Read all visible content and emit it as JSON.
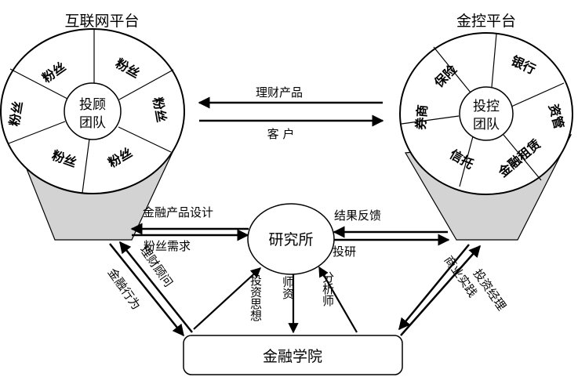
{
  "internet_platform": {
    "title": "互联网平台",
    "core": [
      "投顾",
      "团队"
    ],
    "segments": [
      "粉丝",
      "粉丝",
      "粉丝",
      "粉丝",
      "粉丝",
      "粉丝"
    ]
  },
  "holding_platform": {
    "title": "金控平台",
    "core": [
      "投控",
      "团队"
    ],
    "segments": [
      "保险",
      "银行",
      "资管",
      "金融租赁",
      "信托",
      "券商"
    ]
  },
  "institute": "研究所",
  "academy": "金融学院",
  "flows": {
    "wealth_products": "理财产品",
    "customers": "客 户",
    "product_design": "金融产品设计",
    "fan_demand": "粉丝需求",
    "result_feedback": "结果反馈",
    "investment_research": "投研",
    "financial_advisor": "理财顾问",
    "financial_behavior": "金融行为",
    "investment_thinking": "投资思想",
    "faculty": "师资",
    "analyst": "分析师",
    "business_practice": "商业实践",
    "investment_management": "投资经理"
  }
}
